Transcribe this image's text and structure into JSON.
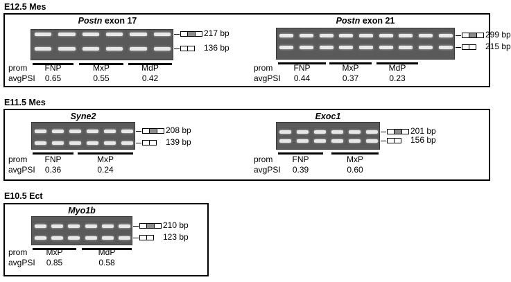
{
  "sections": [
    {
      "title": "E12.5 Mes"
    },
    {
      "title": "E11.5 Mes"
    },
    {
      "title": "E10.5 Ect"
    }
  ],
  "panels": [
    {
      "gene_italic": "Postn",
      "gene_rest": " exon 17",
      "lanes": 6,
      "groups": [
        "FNP",
        "MxP",
        "MdP"
      ],
      "psi": [
        "0.65",
        "0.55",
        "0.42"
      ],
      "bands": [
        "217 bp",
        "136 bp"
      ]
    },
    {
      "gene_italic": "Postn",
      "gene_rest": " exon 21",
      "lanes": 9,
      "groups": [
        "FNP",
        "MxP",
        "MdP"
      ],
      "psi": [
        "0.44",
        "0.37",
        "0.23"
      ],
      "bands": [
        "299 bp",
        "215 bp"
      ]
    },
    {
      "gene_italic": "Syne2",
      "gene_rest": "",
      "lanes": 6,
      "groups": [
        "FNP",
        "MxP"
      ],
      "psi": [
        "0.36",
        "0.24"
      ],
      "bands": [
        "208 bp",
        "139 bp"
      ]
    },
    {
      "gene_italic": "Exoc1",
      "gene_rest": "",
      "lanes": 6,
      "groups": [
        "FNP",
        "MxP"
      ],
      "psi": [
        "0.39",
        "0.60"
      ],
      "bands": [
        "201 bp",
        "156 bp"
      ]
    },
    {
      "gene_italic": "Myo1b",
      "gene_rest": "",
      "lanes": 6,
      "groups": [
        "MxP",
        "MdP"
      ],
      "psi": [
        "0.85",
        "0.58"
      ],
      "bands": [
        "210 bp",
        "123 bp"
      ]
    }
  ],
  "row_labels": {
    "prom": "prom",
    "psi": "avgPSI"
  },
  "colors": {
    "gel": "#5a5a5a",
    "band": "#e8e8e8",
    "exon_alt": "#8c8c8c"
  }
}
